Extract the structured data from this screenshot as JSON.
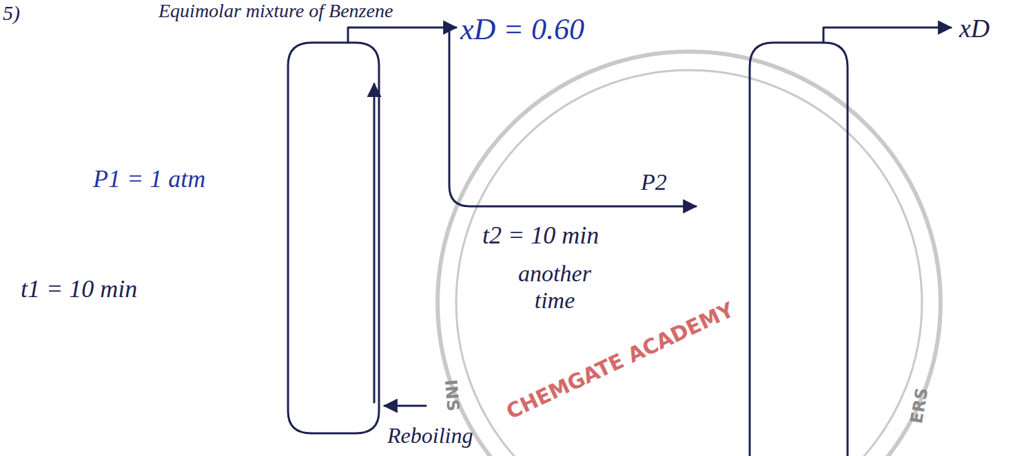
{
  "diagram": {
    "labels": [
      "5)",
      "Equimolar mixture of Benzene",
      "xD = 0.60",
      "xD",
      "P1 = 1 atm",
      "t1 = 10 min",
      "P2",
      "t2 = 10 min",
      "another time",
      "Reboiling",
      "CHEMGATE ACADEMY",
      "INS",
      "ERS"
    ]
  }
}
